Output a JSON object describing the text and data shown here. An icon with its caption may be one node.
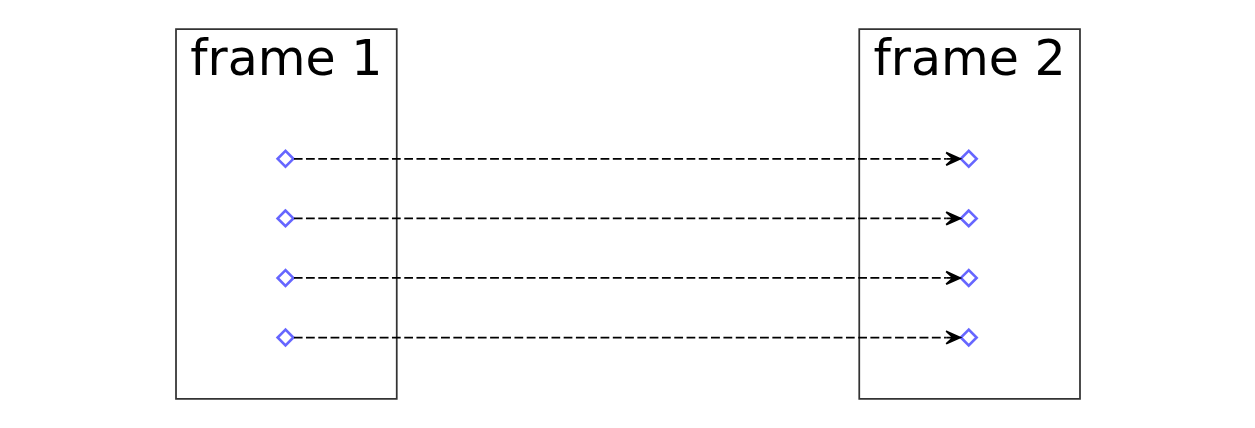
{
  "diagram": {
    "nodes": [
      {
        "text": [
          "frame 1"
        ]
      },
      {
        "text": [
          "frame 2"
        ]
      },
      {
        "text": [],
        "shape": "diamond",
        "in": 0
      },
      {
        "text": [],
        "shape": "diamond",
        "in": 0
      },
      {
        "text": [],
        "shape": "diamond",
        "in": 0
      },
      {
        "text": [],
        "shape": "diamond",
        "in": 0
      },
      {
        "text": [],
        "shape": "diamond",
        "in": 1
      },
      {
        "text": [],
        "shape": "diamond",
        "in": 1
      },
      {
        "text": [],
        "shape": "diamond",
        "in": 1
      },
      {
        "text": [],
        "shape": "diamond",
        "in": 1
      }
    ],
    "edges": [
      {
        "from": 2,
        "to": 6,
        "arrow": "to",
        "style": "dashed"
      },
      {
        "from": 3,
        "to": 7,
        "arrow": "to",
        "style": "dashed"
      },
      {
        "from": 4,
        "to": 8,
        "arrow": "to",
        "style": "dashed"
      },
      {
        "from": 5,
        "to": 9,
        "arrow": "to",
        "style": "dashed"
      }
    ]
  }
}
